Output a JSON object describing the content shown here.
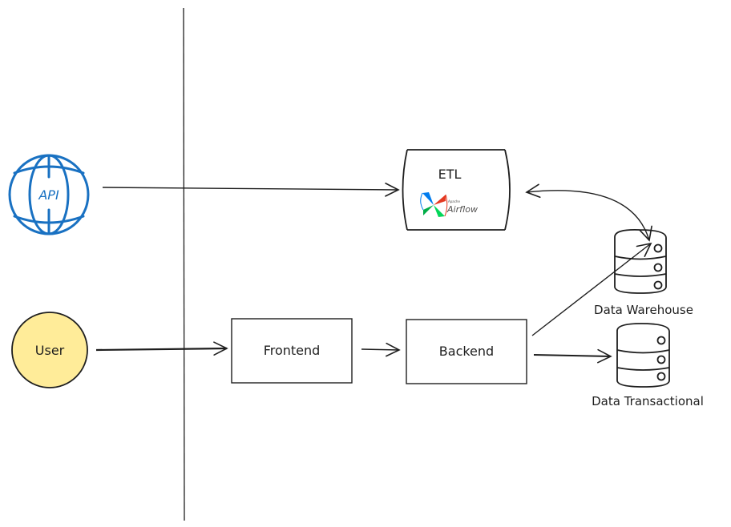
{
  "nodes": {
    "api": {
      "label": "API",
      "color": "#1971c2",
      "icon": "globe-icon"
    },
    "user": {
      "label": "User",
      "fill": "#ffec99"
    },
    "frontend": {
      "label": "Frontend"
    },
    "backend": {
      "label": "Backend"
    },
    "etl": {
      "label": "ETL",
      "logo_text_small": "Apache",
      "logo_text": "Airflow"
    },
    "warehouse": {
      "label": "Data Warehouse",
      "icon": "database-icon"
    },
    "transactional": {
      "label": "Data Transactional",
      "icon": "database-icon"
    }
  },
  "colors": {
    "stroke": "#1e1e1e",
    "api": "#1971c2",
    "user_fill": "#ffec99"
  }
}
